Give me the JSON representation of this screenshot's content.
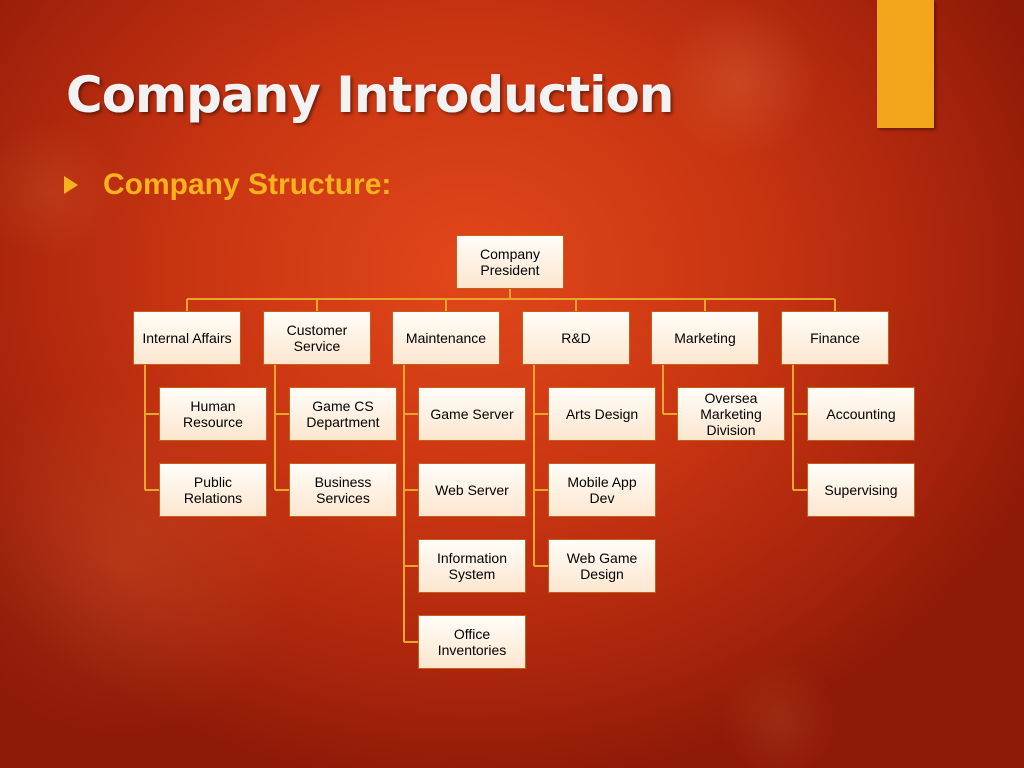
{
  "slide": {
    "title": "Company Introduction",
    "subtitle": "Company Structure:",
    "accent_color": "#f3a51c",
    "text_accent_color": "#f7b21d",
    "bullet_icon": "triangle-right-icon"
  },
  "org_chart": {
    "root": "Company\nPresident",
    "departments": [
      {
        "label": "Internal Affairs",
        "children": [
          "Human\nResource",
          "Public\nRelations"
        ]
      },
      {
        "label": "Customer\nService",
        "children": [
          "Game CS\nDepartment",
          "Business\nServices"
        ]
      },
      {
        "label": "Maintenance",
        "children": [
          "Game Server",
          "Web Server",
          "Information\nSystem",
          "Office\nInventories"
        ]
      },
      {
        "label": "R&D",
        "children": [
          "Arts Design",
          "Mobile App\nDev",
          "Web Game\nDesign"
        ]
      },
      {
        "label": "Marketing",
        "children": [
          "Oversea\nMarketing\nDivision"
        ]
      },
      {
        "label": "Finance",
        "children": [
          "Accounting",
          "Supervising"
        ]
      }
    ],
    "line_color": "#e8a72a",
    "box_border_color": "#c55f16"
  }
}
